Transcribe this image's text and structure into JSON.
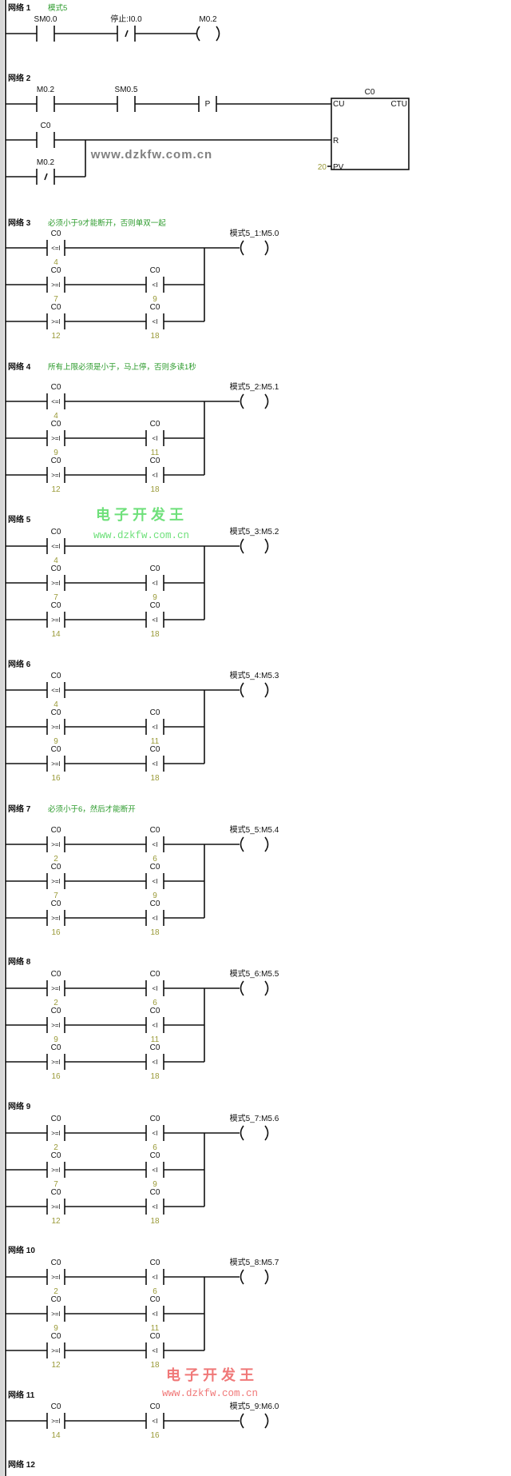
{
  "watermarks": {
    "gray_url": "www.dzkfw.com.cn",
    "brand": "电子开发王",
    "url": "www.dzkfw.com.cn"
  },
  "colors": {
    "comment": "#2a9a2a",
    "value": "#9a9a38",
    "wire": "#111111"
  },
  "network1": {
    "label": "网络 1",
    "comment": "模式5",
    "contacts": [
      "SM0.0",
      "停止:I0.0"
    ],
    "coil": "M0.2"
  },
  "network2": {
    "label": "网络 2",
    "contacts": [
      "M0.2",
      "SM0.5",
      "C0",
      "M0.2"
    ],
    "edge": "P",
    "box": {
      "name": "C0",
      "type": "CTU",
      "cu": "CU",
      "r": "R",
      "pv": "PV",
      "pv_value": "20"
    }
  },
  "compare_networks": [
    {
      "label": "网络 3",
      "comment": "必须小于9才能断开，否则单双一起",
      "coil": "模式5_1:M5.0",
      "rows": [
        [
          {
            "operand": "C0",
            "op": "<=I",
            "value": "4"
          }
        ],
        [
          {
            "operand": "C0",
            "op": ">=I",
            "value": "7"
          },
          {
            "operand": "C0",
            "op": "<I",
            "value": "9"
          }
        ],
        [
          {
            "operand": "C0",
            "op": ">=I",
            "value": "12"
          },
          {
            "operand": "C0",
            "op": "<I",
            "value": "18"
          }
        ]
      ]
    },
    {
      "label": "网络 4",
      "comment": "所有上限必须是小于，马上停，否则多读1秒",
      "coil": "模式5_2:M5.1",
      "rows": [
        [
          {
            "operand": "C0",
            "op": "<=I",
            "value": "4"
          }
        ],
        [
          {
            "operand": "C0",
            "op": ">=I",
            "value": "9"
          },
          {
            "operand": "C0",
            "op": "<I",
            "value": "11"
          }
        ],
        [
          {
            "operand": "C0",
            "op": ">=I",
            "value": "12"
          },
          {
            "operand": "C0",
            "op": "<I",
            "value": "18"
          }
        ]
      ]
    },
    {
      "label": "网络 5",
      "comment": "",
      "coil": "模式5_3:M5.2",
      "rows": [
        [
          {
            "operand": "C0",
            "op": "<=I",
            "value": "4"
          }
        ],
        [
          {
            "operand": "C0",
            "op": ">=I",
            "value": "7"
          },
          {
            "operand": "C0",
            "op": "<I",
            "value": "9"
          }
        ],
        [
          {
            "operand": "C0",
            "op": ">=I",
            "value": "14"
          },
          {
            "operand": "C0",
            "op": "<I",
            "value": "18"
          }
        ]
      ]
    },
    {
      "label": "网络 6",
      "comment": "",
      "coil": "模式5_4:M5.3",
      "rows": [
        [
          {
            "operand": "C0",
            "op": "<=I",
            "value": "4"
          }
        ],
        [
          {
            "operand": "C0",
            "op": ">=I",
            "value": "9"
          },
          {
            "operand": "C0",
            "op": "<I",
            "value": "11"
          }
        ],
        [
          {
            "operand": "C0",
            "op": ">=I",
            "value": "16"
          },
          {
            "operand": "C0",
            "op": "<I",
            "value": "18"
          }
        ]
      ]
    },
    {
      "label": "网络 7",
      "comment": "必须小于6，然后才能断开",
      "coil": "模式5_5:M5.4",
      "rows": [
        [
          {
            "operand": "C0",
            "op": ">=I",
            "value": "2"
          },
          {
            "operand": "C0",
            "op": "<I",
            "value": "6"
          }
        ],
        [
          {
            "operand": "C0",
            "op": ">=I",
            "value": "7"
          },
          {
            "operand": "C0",
            "op": "<I",
            "value": "9"
          }
        ],
        [
          {
            "operand": "C0",
            "op": ">=I",
            "value": "16"
          },
          {
            "operand": "C0",
            "op": "<I",
            "value": "18"
          }
        ]
      ]
    },
    {
      "label": "网络 8",
      "comment": "",
      "coil": "模式5_6:M5.5",
      "rows": [
        [
          {
            "operand": "C0",
            "op": ">=I",
            "value": "2"
          },
          {
            "operand": "C0",
            "op": "<I",
            "value": "6"
          }
        ],
        [
          {
            "operand": "C0",
            "op": ">=I",
            "value": "9"
          },
          {
            "operand": "C0",
            "op": "<I",
            "value": "11"
          }
        ],
        [
          {
            "operand": "C0",
            "op": ">=I",
            "value": "16"
          },
          {
            "operand": "C0",
            "op": "<I",
            "value": "18"
          }
        ]
      ]
    },
    {
      "label": "网络 9",
      "comment": "",
      "coil": "模式5_7:M5.6",
      "rows": [
        [
          {
            "operand": "C0",
            "op": ">=I",
            "value": "2"
          },
          {
            "operand": "C0",
            "op": "<I",
            "value": "6"
          }
        ],
        [
          {
            "operand": "C0",
            "op": ">=I",
            "value": "7"
          },
          {
            "operand": "C0",
            "op": "<I",
            "value": "9"
          }
        ],
        [
          {
            "operand": "C0",
            "op": ">=I",
            "value": "12"
          },
          {
            "operand": "C0",
            "op": "<I",
            "value": "18"
          }
        ]
      ]
    },
    {
      "label": "网络 10",
      "comment": "",
      "coil": "模式5_8:M5.7",
      "rows": [
        [
          {
            "operand": "C0",
            "op": ">=I",
            "value": "2"
          },
          {
            "operand": "C0",
            "op": "<I",
            "value": "6"
          }
        ],
        [
          {
            "operand": "C0",
            "op": ">=I",
            "value": "9"
          },
          {
            "operand": "C0",
            "op": "<I",
            "value": "11"
          }
        ],
        [
          {
            "operand": "C0",
            "op": ">=I",
            "value": "12"
          },
          {
            "operand": "C0",
            "op": "<I",
            "value": "18"
          }
        ]
      ]
    },
    {
      "label": "网络 11",
      "comment": "",
      "coil": "模式5_9:M6.0",
      "rows": [
        [
          {
            "operand": "C0",
            "op": ">=I",
            "value": "14"
          },
          {
            "operand": "C0",
            "op": "<I",
            "value": "16"
          }
        ]
      ]
    }
  ],
  "network12": {
    "label": "网络 12"
  }
}
